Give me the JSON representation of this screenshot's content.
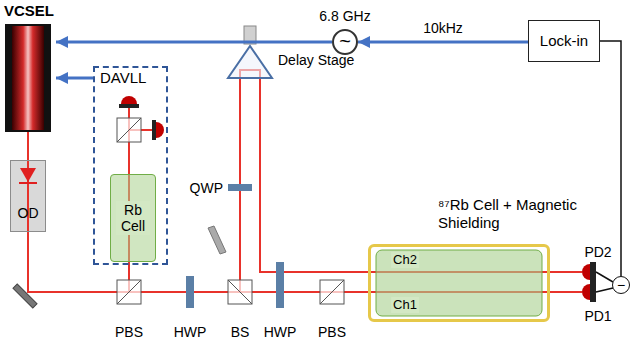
{
  "diagram": {
    "nodes": [
      {
        "text": [
          "VCSEL"
        ]
      },
      {
        "text": [
          "OD"
        ]
      },
      {
        "text": [
          "DAVLL"
        ]
      },
      {
        "text": [
          "Rb Cell"
        ],
        "in": 2
      },
      {
        "text": [
          "~"
        ]
      },
      {
        "text": [
          "Lock-in"
        ]
      },
      {
        "text": [
          "⁸⁷Rb Cell + Magnetic Shielding"
        ]
      },
      {
        "text": [
          "−"
        ]
      }
    ],
    "edges": [
      {
        "from": 5,
        "to": 4,
        "arrow": "to",
        "label": "10kHz"
      },
      {
        "from": 4,
        "to": 0,
        "arrow": "to"
      },
      {
        "from": 2,
        "to": 0,
        "arrow": "to"
      },
      {
        "from": 7,
        "to": 5,
        "arrow": "none"
      }
    ],
    "labels": [
      "6.8 GHz",
      "Delay Stage",
      "QWP",
      "PBS",
      "HWP",
      "BS",
      "HWP",
      "PBS",
      "Ch2",
      "Ch1",
      "PD2",
      "PD1"
    ]
  }
}
